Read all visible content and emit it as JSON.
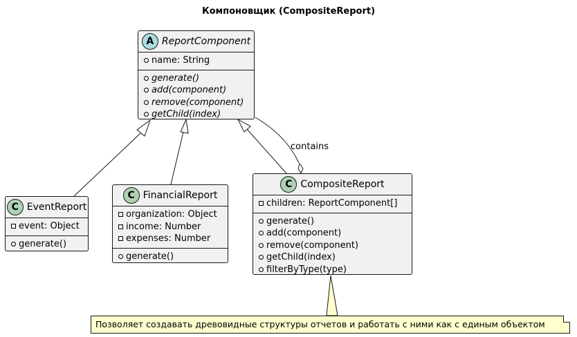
{
  "diagram": {
    "title": "Компоновщик (CompositeReport)",
    "classes": {
      "report_component": {
        "badge": "A",
        "name": "ReportComponent",
        "abstract": true,
        "fields": [
          {
            "vis": "+",
            "text": "name: String"
          }
        ],
        "methods": [
          {
            "vis": "+",
            "text": "generate()"
          },
          {
            "vis": "+",
            "text": "add(component)"
          },
          {
            "vis": "+",
            "text": "remove(component)"
          },
          {
            "vis": "+",
            "text": "getChild(index)"
          }
        ]
      },
      "event_report": {
        "badge": "C",
        "name": "EventReport",
        "fields": [
          {
            "vis": "-",
            "text": "event: Object"
          }
        ],
        "methods": [
          {
            "vis": "+",
            "text": "generate()"
          }
        ]
      },
      "financial_report": {
        "badge": "C",
        "name": "FinancialReport",
        "fields": [
          {
            "vis": "-",
            "text": "organization: Object"
          },
          {
            "vis": "-",
            "text": "income: Number"
          },
          {
            "vis": "-",
            "text": "expenses: Number"
          }
        ],
        "methods": [
          {
            "vis": "+",
            "text": "generate()"
          }
        ]
      },
      "composite_report": {
        "badge": "C",
        "name": "CompositeReport",
        "fields": [
          {
            "vis": "-",
            "text": "children: ReportComponent[]"
          }
        ],
        "methods": [
          {
            "vis": "+",
            "text": "generate()"
          },
          {
            "vis": "+",
            "text": "add(component)"
          },
          {
            "vis": "+",
            "text": "remove(component)"
          },
          {
            "vis": "+",
            "text": "getChild(index)"
          },
          {
            "vis": "+",
            "text": "filterByType(type)"
          }
        ]
      }
    },
    "relation_label": "contains",
    "note": "Позволяет создавать древовидные структуры отчетов и работать с ними как с единым объектом"
  }
}
